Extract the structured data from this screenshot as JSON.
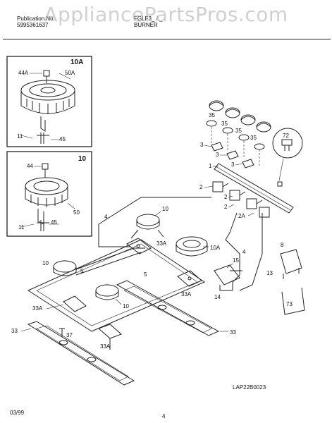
{
  "header": {
    "left_line1": "Publication No.",
    "left_line2": "5995361637",
    "right_line1": "FGLF3_ / _",
    "right_line2": "BURNER"
  },
  "watermark": "AppliancePartsPros.com",
  "insets": [
    {
      "title": "10A",
      "labels": [
        "44A",
        "50A",
        "11",
        "45"
      ]
    },
    {
      "title": "10",
      "labels": [
        "44",
        "50",
        "11",
        "45"
      ]
    }
  ],
  "callouts": {
    "c35a": "35",
    "c35b": "35",
    "c35c": "35",
    "c35d": "35",
    "c3a": "3",
    "c3b": "3",
    "c3c": "3",
    "c72": "72",
    "c1": "1",
    "c2a": "2",
    "c2b": "2",
    "c2c": "2",
    "c2A": "2A",
    "c4a": "4",
    "c4b": "4",
    "c10a": "10",
    "c10b": "10",
    "c10c": "10",
    "c10A": "10A",
    "c33Aa": "33A",
    "c33Ab": "33A",
    "c33Ac": "33A",
    "c33Ad": "33A",
    "c5a": "5",
    "c5b": "5",
    "c15": "15",
    "c14": "14",
    "c13": "13",
    "c8": "8",
    "c73": "73",
    "c33a": "33",
    "c33b": "33",
    "c37": "37"
  },
  "diagram_code": "LAP22B0023",
  "footer": {
    "date": "03/99",
    "page": "4"
  }
}
